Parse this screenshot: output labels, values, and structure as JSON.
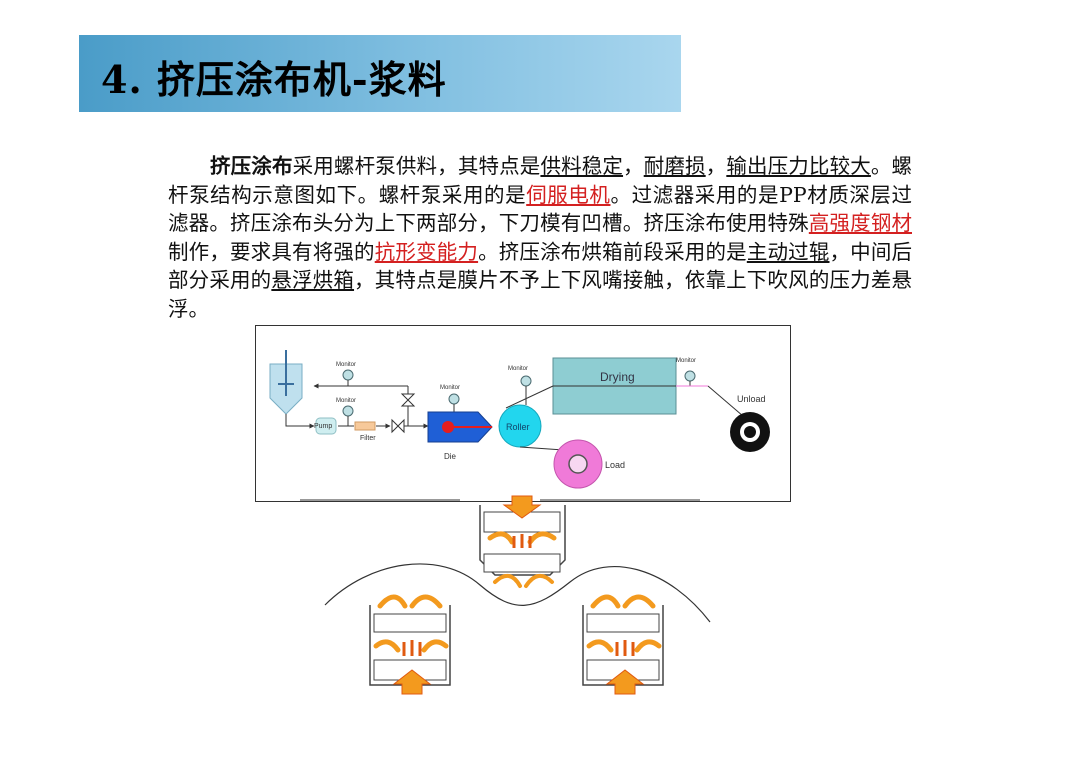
{
  "title": "4. 挤压涂布机-浆料",
  "paragraph": [
    {
      "t": "挤压涂布",
      "s": "b"
    },
    {
      "t": "采用螺杆泵供料，其特点是",
      "s": ""
    },
    {
      "t": "供料稳定",
      "s": "u"
    },
    {
      "t": "，",
      "s": ""
    },
    {
      "t": "耐磨损",
      "s": "u"
    },
    {
      "t": "，",
      "s": ""
    },
    {
      "t": "输出压力比较大",
      "s": "u"
    },
    {
      "t": "。螺杆泵结构示意图如下。螺杆泵采用的是",
      "s": ""
    },
    {
      "t": "伺服电机",
      "s": "r"
    },
    {
      "t": "。过滤器采用的是PP材质深层过滤器。挤压涂布头分为上下两部分，下刀模有凹槽。挤压涂布使用特殊",
      "s": ""
    },
    {
      "t": "高强度钢材",
      "s": "r"
    },
    {
      "t": "制作，要求具有将强的",
      "s": ""
    },
    {
      "t": "抗形变能力",
      "s": "r"
    },
    {
      "t": "。挤压涂布烘箱前段采用的是",
      "s": ""
    },
    {
      "t": "主动过辊",
      "s": "u"
    },
    {
      "t": "，中间后部分采用的",
      "s": ""
    },
    {
      "t": "悬浮烘箱",
      "s": "u"
    },
    {
      "t": "，其特点是膜片不予上下风嘴接触，依靠上下吹风的压力差悬浮。",
      "s": ""
    }
  ],
  "diagram": {
    "monitor1": "Monitor",
    "monitor2": "Monitor",
    "monitor3": "Monitor",
    "monitor4": "Monitor",
    "monitor5": "Monitor",
    "pump": "Pump",
    "filter": "Filter",
    "die": "Die",
    "roller": "Roller",
    "drying": "Drying",
    "unload": "Unload",
    "load": "Load"
  },
  "colors": {
    "title_bar": "#6fb4dc",
    "highlight_red": "#d42020",
    "die_blue": "#1f5fd6",
    "roller_cyan": "#22d6ee",
    "load_pink": "#f07ad8",
    "drying_teal": "#8ecdd2",
    "flame_orange": "#f39a1e"
  }
}
